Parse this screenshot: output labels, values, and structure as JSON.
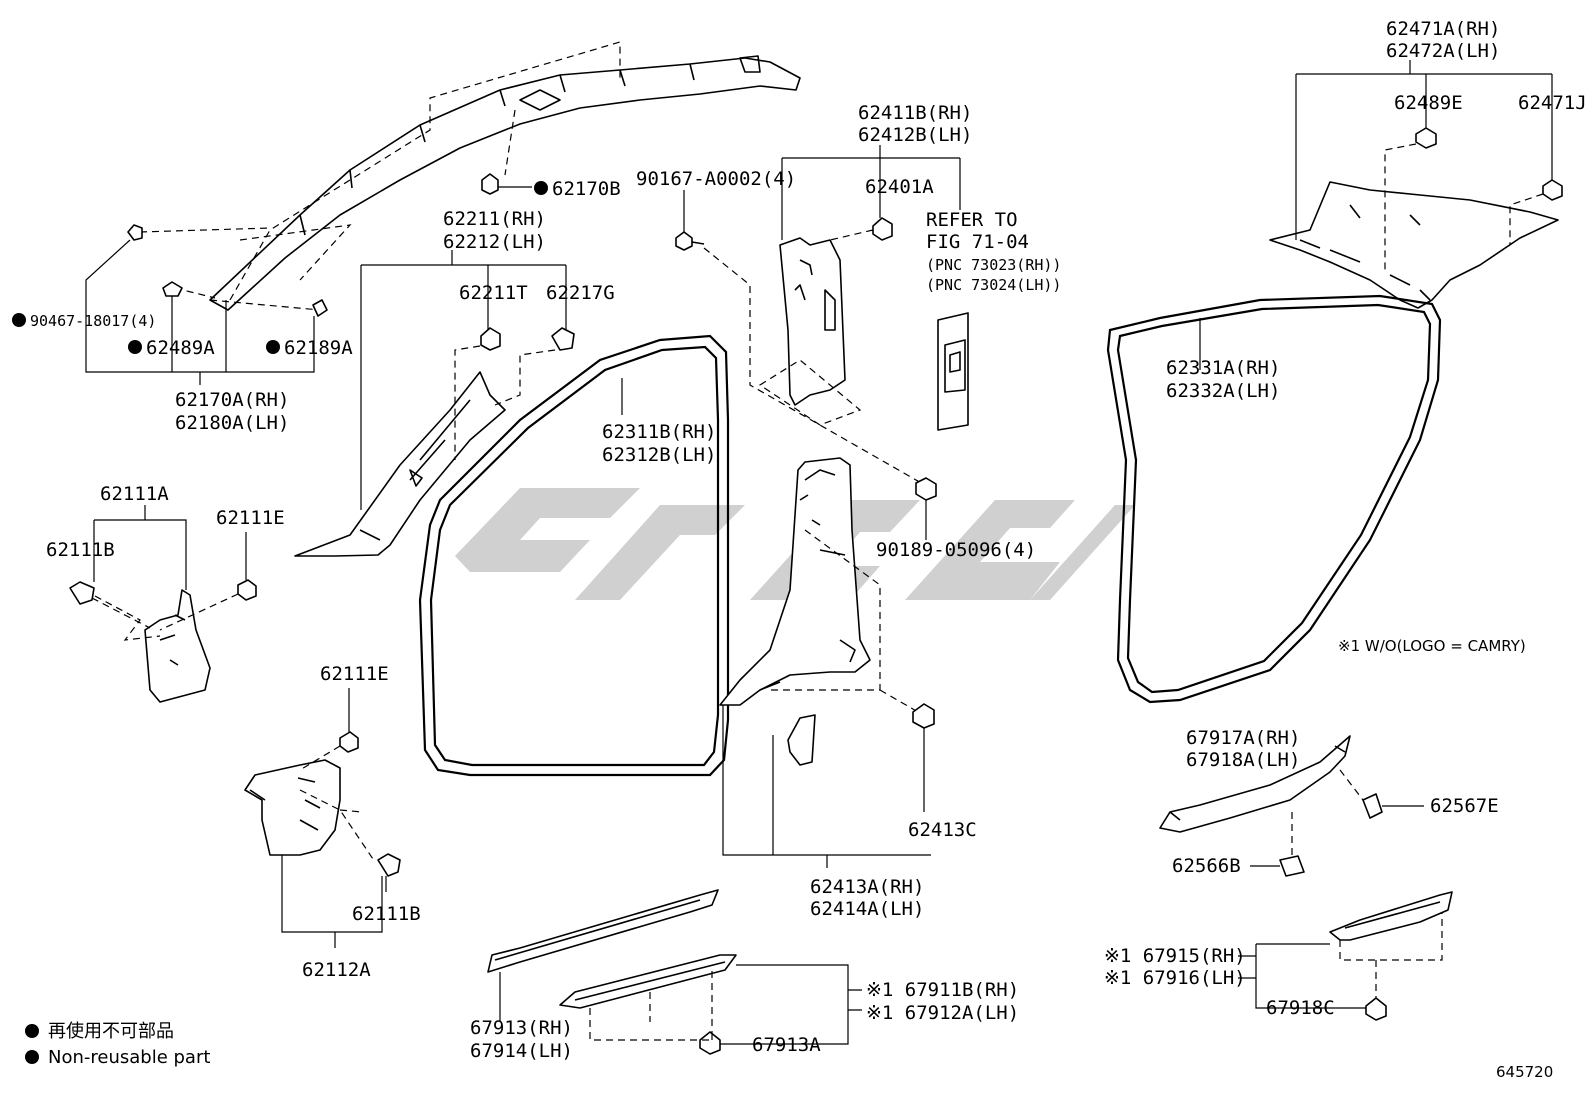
{
  "diagram_number": "645720",
  "legend": {
    "japanese": "再使用不可部品",
    "english": "Non-reusable part"
  },
  "note": "※1 W/O(LOGO = CAMRY)",
  "labels": {
    "p62471A": "62471A(RH)",
    "p62472A": "62472A(LH)",
    "p62489E": "62489E",
    "p62471J": "62471J",
    "p62411B": "62411B(RH)",
    "p62412B": "62412B(LH)",
    "p62401A": "62401A",
    "refer1": "REFER TO",
    "refer2": "FIG 71-04",
    "refer3": "(PNC 73023(RH))",
    "refer4": "(PNC 73024(LH))",
    "p90167": "90167-A0002(4)",
    "p62170B": "62170B",
    "p62211": "62211(RH)",
    "p62212": "62212(LH)",
    "p62211T": "62211T",
    "p62217G": "62217G",
    "p90467": "90467-18017(4)",
    "p62489A": "62489A",
    "p62189A": "62189A",
    "p62170A": "62170A(RH)",
    "p62180A": "62180A(LH)",
    "p62311B": "62311B(RH)",
    "p62312B": "62312B(LH)",
    "p62331A": "62331A(RH)",
    "p62332A": "62332A(LH)",
    "p62111A": "62111A",
    "p62111B_top": "62111B",
    "p62111E_top": "62111E",
    "p90189": "90189-05096(4)",
    "p62111E_bot": "62111E",
    "p62111B_bot": "62111B",
    "p62112A": "62112A",
    "p62413C": "62413C",
    "p62413A": "62413A(RH)",
    "p62414A": "62414A(LH)",
    "p67917A": "67917A(RH)",
    "p67918A": "67918A(LH)",
    "p62567E": "62567E",
    "p62566B": "62566B",
    "p67915": "※1 67915(RH)",
    "p67916": "※1 67916(LH)",
    "p67918C": "67918C",
    "p67913": "67913(RH)",
    "p67914": "67914(LH)",
    "p67911B": "※1 67911B(RH)",
    "p67912A": "※1 67912A(LH)",
    "p67913A": "67913A"
  }
}
